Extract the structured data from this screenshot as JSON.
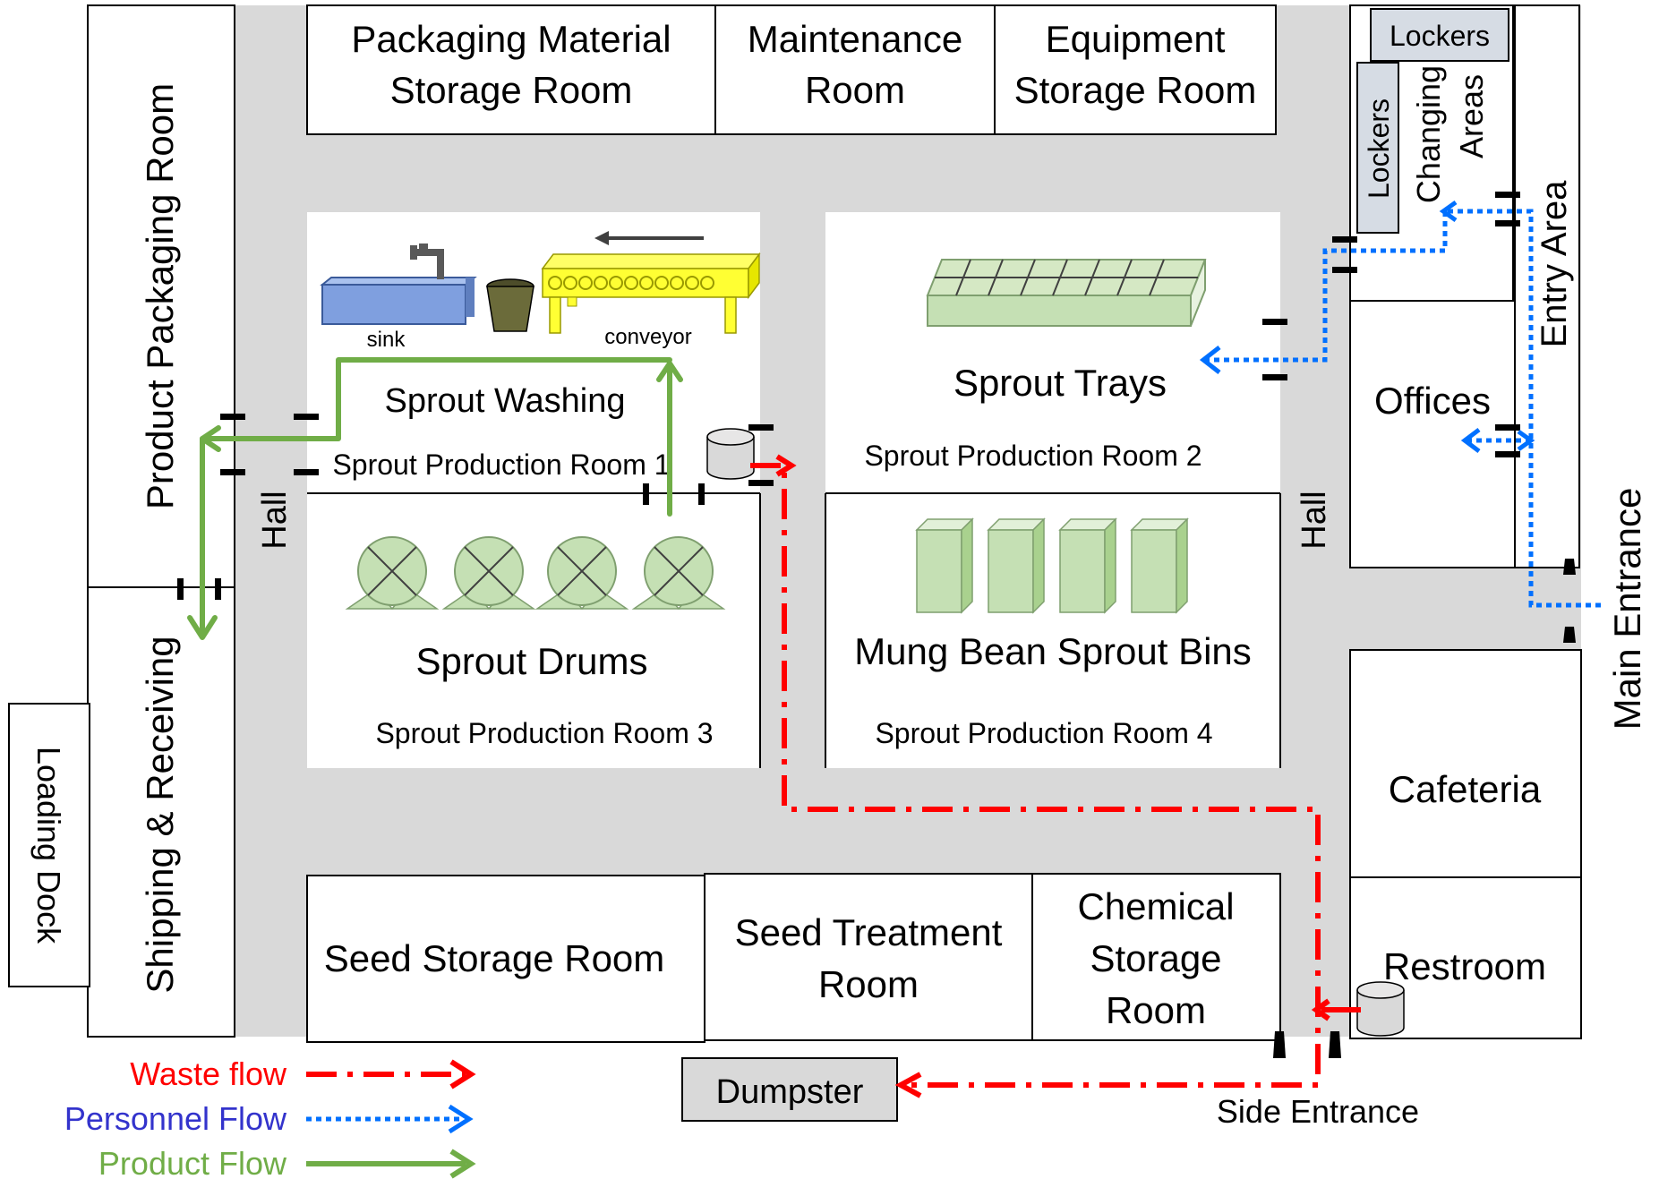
{
  "colors": {
    "hall": "#d9d9d9",
    "waste": "#ff0000",
    "personnel": "#0070ff",
    "product": "#70ad47",
    "equipment_green": "#c5e0b4",
    "sink_blue": "#7f9fdf",
    "conveyor_yellow": "#ffff33",
    "bin_gray": "#d9d9d9"
  },
  "rooms": {
    "packaging_material_storage": [
      "Packaging Material",
      "Storage Room"
    ],
    "maintenance": [
      "Maintenance",
      "Room"
    ],
    "equipment_storage": [
      "Equipment",
      "Storage Room"
    ],
    "lockers_top": "Lockers",
    "lockers_side": "Lockers",
    "changing_areas": [
      "Changing",
      "Areas"
    ],
    "entry_area": "Entry Area",
    "product_packaging": "Product Packaging Room",
    "hall_left": "Hall",
    "hall_right": "Hall",
    "sprout_washing": "Sprout Washing",
    "sprout_production_room_1": "Sprout Production Room 1",
    "sprout_trays": "Sprout Trays",
    "sprout_production_room_2": "Sprout Production Room 2",
    "offices": "Offices",
    "sprout_drums": "Sprout Drums",
    "sprout_production_room_3": "Sprout Production Room 3",
    "mung_bean_bins": "Mung Bean Sprout Bins",
    "sprout_production_room_4": "Sprout Production Room 4",
    "main_entrance": "Main Entrance",
    "shipping_receiving": "Shipping & Receiving",
    "loading_dock": "Loading Dock",
    "cafeteria": "Cafeteria",
    "seed_storage": "Seed Storage Room",
    "seed_treatment": [
      "Seed Treatment",
      "Room"
    ],
    "chemical_storage": [
      "Chemical",
      "Storage",
      "Room"
    ],
    "restroom": "Restroom",
    "dumpster": "Dumpster",
    "side_entrance": "Side Entrance"
  },
  "equipment": {
    "sink": "sink",
    "conveyor": "conveyor"
  },
  "legend": {
    "waste": "Waste flow",
    "personnel": "Personnel Flow",
    "product": "Product Flow"
  }
}
